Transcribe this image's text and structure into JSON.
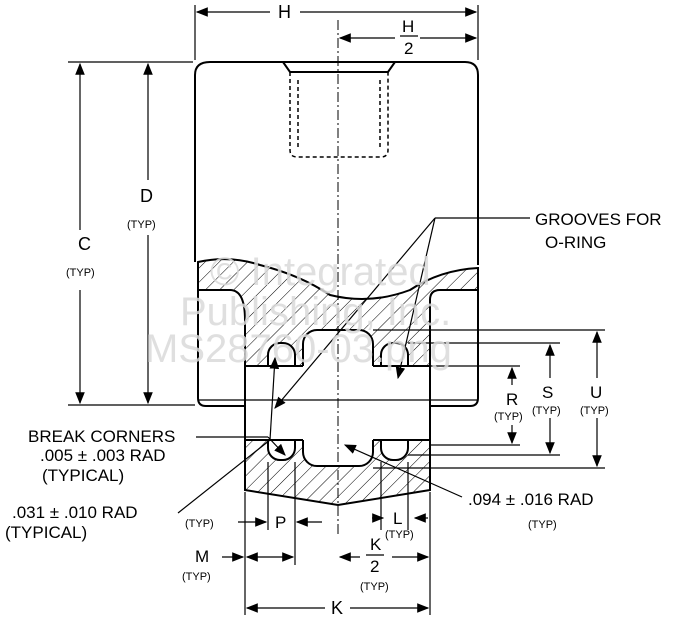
{
  "watermark": {
    "line1": "© Integrated",
    "line2": "Publishing, Inc.",
    "line3": "MS28760-03.png"
  },
  "dims": {
    "H": "H",
    "H2_num": "H",
    "H2_den": "2",
    "C": "C",
    "D": "D",
    "R": "R",
    "S": "S",
    "U": "U",
    "P": "P",
    "L": "L",
    "M": "M",
    "K": "K",
    "K2_num": "K",
    "K2_den": "2",
    "typ": "(TYP)"
  },
  "notes": {
    "grooves_1": "GROOVES FOR",
    "grooves_2": "O-RING",
    "break_1": "BREAK CORNERS",
    "break_2": ".005 ± .003 RAD",
    "break_3": "(TYPICAL)",
    "rad031_1": ".031 ± .010 RAD",
    "rad031_2": "(TYPICAL)",
    "rad094_1": ".094 ± .016 RAD",
    "rad094_2": "(TYP)"
  }
}
